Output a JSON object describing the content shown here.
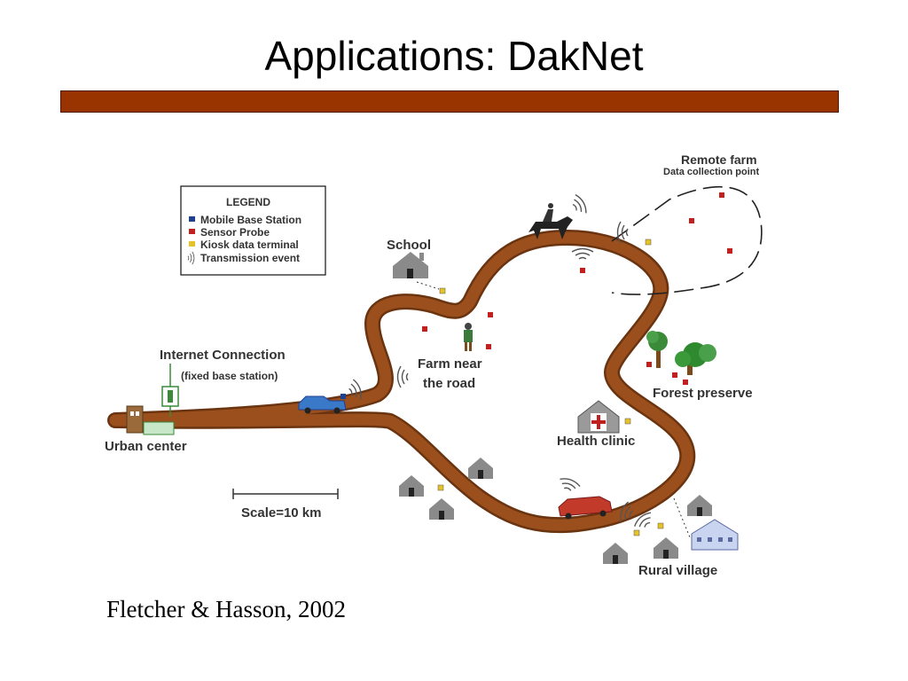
{
  "title": "Applications: DakNet",
  "citation": "Fletcher & Hasson, 2002",
  "colors": {
    "title_bar": "#993300",
    "road": "#9a4f1d",
    "road_edge": "#6b3410",
    "building": "#8a8a8a",
    "mobile_base_station": "#1f3f8f",
    "sensor_probe": "#c21f1f",
    "kiosk": "#e6c229"
  },
  "legend": {
    "title": "LEGEND",
    "items": [
      {
        "label": "Mobile Base Station",
        "icon": "navy-square-icon"
      },
      {
        "label": "Sensor Probe",
        "icon": "red-square-icon"
      },
      {
        "label": "Kiosk data terminal",
        "icon": "yellow-square-icon"
      },
      {
        "label": "Transmission event",
        "icon": "wifi-waves-icon"
      }
    ]
  },
  "labels": {
    "remote_farm": "Remote farm",
    "data_collection_point": "Data collection point",
    "school": "School",
    "internet_connection": "Internet Connection",
    "fixed_base_station": "(fixed base station)",
    "farm_near_road_1": "Farm near",
    "farm_near_road_2": "the road",
    "forest_preserve": "Forest preserve",
    "health_clinic": "Health clinic",
    "urban_center": "Urban center",
    "scale": "Scale=10 km",
    "rural_village": "Rural village"
  }
}
